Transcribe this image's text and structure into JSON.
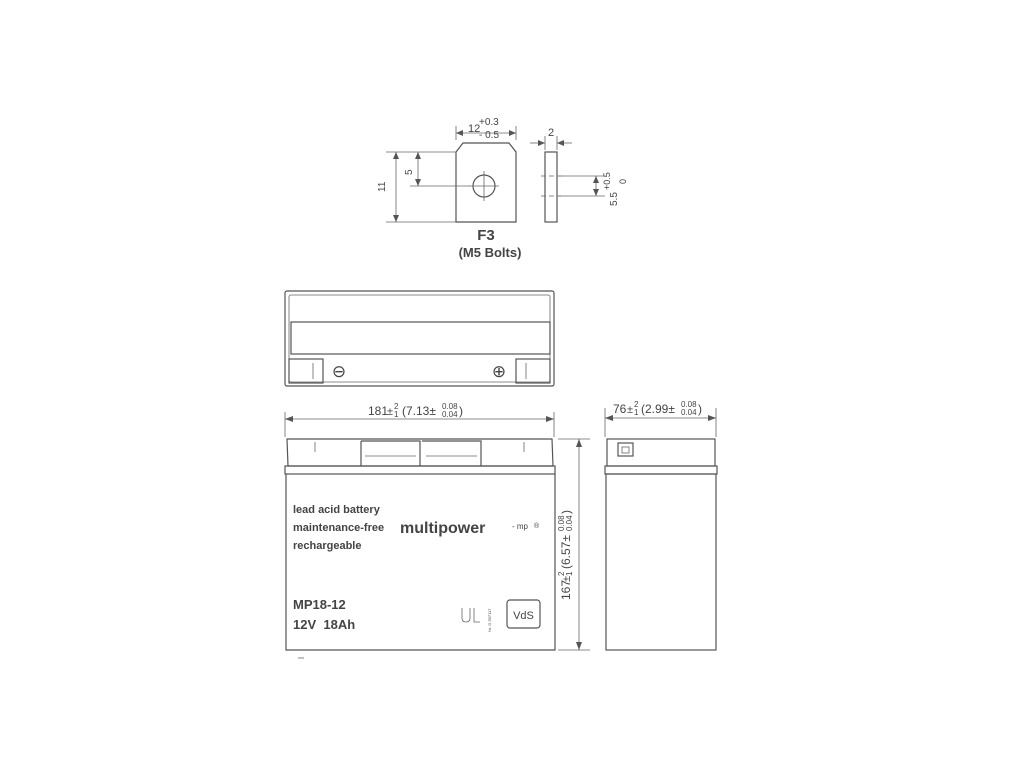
{
  "terminal": {
    "name": "F3",
    "bolts": "(M5 Bolts)",
    "width_base": "12",
    "width_tol_plus": "+0.3",
    "width_tol_minus": "- 0.5",
    "height": "11",
    "hole_height": "5",
    "thickness": "2",
    "side_dim_base": "5.5",
    "side_tol_plus": "+0.5",
    "side_tol_minus": "0"
  },
  "battery": {
    "length_base": "181",
    "length_tol": "±",
    "length_tol_plus": "2",
    "length_tol_minus": "1",
    "length_inch": "(7.13±",
    "length_inch_plus": "0.08",
    "length_inch_minus": "0.04",
    "length_inch_close": ")",
    "width_base": "76",
    "width_tol": "±",
    "width_tol_plus": "2",
    "width_tol_minus": "1",
    "width_inch": "(2.99±",
    "width_inch_plus": "0.08",
    "width_inch_minus": "0.04",
    "width_inch_close": ")",
    "height_base": "167",
    "height_tol": "±",
    "height_tol_plus": "2",
    "height_tol_minus": "1",
    "height_inch": "(6.57±",
    "height_inch_plus": "0.08",
    "height_inch_minus": "0.04",
    "height_inch_close": ")",
    "line1": "lead acid battery",
    "line2": "maintenance-free",
    "line3": "rechargeable",
    "brand": "multipower",
    "brand_sub": "- mp",
    "brand_reg": "®",
    "model": "MP18-12",
    "rating": "12V  18Ah",
    "cert_vds": "VdS",
    "cert_small": "Nr. G 597117"
  },
  "symbols": {
    "negative": "⊖",
    "positive": "⊕"
  }
}
